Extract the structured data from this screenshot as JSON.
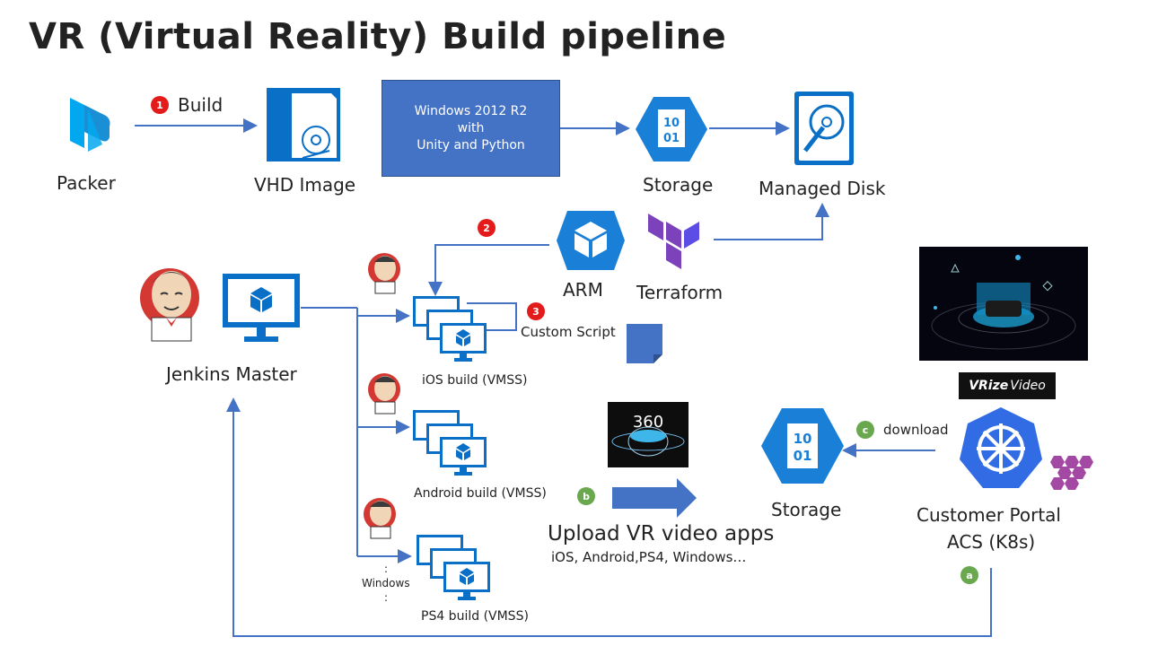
{
  "title": "VR (Virtual Reality)  Build pipeline",
  "packer": {
    "label": "Packer",
    "icon": "packer-icon"
  },
  "build_step": {
    "badge": "1",
    "label": "Build"
  },
  "vhd": {
    "label": "VHD Image",
    "icon": "vhd-image-icon"
  },
  "windows_box": {
    "line1": "Windows 2012 R2",
    "line2": "with",
    "line3": "Unity and Python"
  },
  "storage_top": {
    "label": "Storage",
    "icon_text": "10\n01"
  },
  "managed_disk": {
    "label": "Managed Disk",
    "icon": "managed-disk-icon"
  },
  "arm": {
    "badge": "2",
    "label": "ARM",
    "icon": "arm-cube-icon"
  },
  "terraform": {
    "label": "Terraform",
    "icon": "terraform-icon"
  },
  "custom_script": {
    "badge": "3",
    "label": "Custom Script"
  },
  "jenkins": {
    "label": "Jenkins Master"
  },
  "builds": [
    {
      "label": "iOS build (VMSS)"
    },
    {
      "label": "Android build (VMSS)"
    },
    {
      "label": "PS4 build (VMSS)"
    }
  ],
  "windows_note": {
    "dot1": ":",
    "text": "Windows",
    "dot2": ":"
  },
  "video360": {
    "label": "360"
  },
  "upload": {
    "badge": "b",
    "title": "Upload VR video apps",
    "subtitle": "iOS, Android,PS4, Windows…"
  },
  "storage_bottom": {
    "label": "Storage"
  },
  "download": {
    "badge": "c",
    "label": "download"
  },
  "vrize": {
    "bold": "VRize",
    "italic": "Video"
  },
  "portal": {
    "line1": "Customer Portal",
    "line2": "ACS (K8s)",
    "badge": "a"
  },
  "colors": {
    "accent": "#4472c4",
    "azure": "#0078d4",
    "red_badge": "#e31b1b",
    "green_badge": "#6aa84f",
    "terraform": "#7b42bc"
  }
}
